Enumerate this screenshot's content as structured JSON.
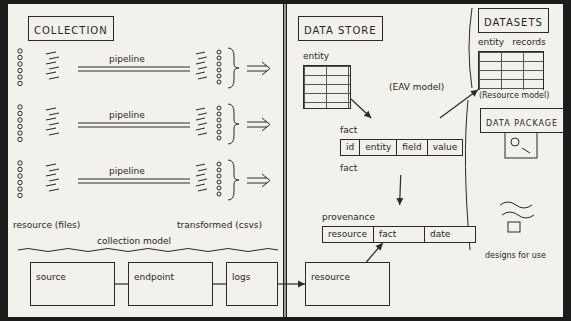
{
  "diagram": {
    "nodes": [
      {
        "text": [
          "COLLECTION"
        ]
      },
      {
        "text": [
          "DATA STORE"
        ]
      },
      {
        "text": [
          "entity"
        ]
      },
      {
        "text": [
          "fact",
          "id",
          "entity",
          "field",
          "value",
          "fact"
        ]
      },
      {
        "text": [
          "provenance",
          "resource",
          "fact",
          "date"
        ]
      },
      {
        "text": [
          "DATASETS"
        ]
      },
      {
        "text": [
          "entity",
          "records"
        ]
      },
      {
        "text": [
          "DATA PACKAGE"
        ]
      },
      {
        "text": [
          "source"
        ]
      },
      {
        "text": [
          "endpoint"
        ]
      },
      {
        "text": [
          "logs"
        ]
      },
      {
        "text": [
          "resource"
        ]
      }
    ],
    "edges": [
      {
        "from": 2,
        "to": 3,
        "arrow": "to"
      },
      {
        "from": 3,
        "to": 4,
        "arrow": "to"
      },
      {
        "from": 11,
        "to": 4,
        "arrow": "to"
      },
      {
        "from": 3,
        "to": 6,
        "arrow": "to"
      },
      {
        "from": 8,
        "to": 9,
        "arrow": "none"
      },
      {
        "from": 9,
        "to": 10,
        "arrow": "none"
      },
      {
        "from": 10,
        "to": 11,
        "arrow": "to"
      }
    ],
    "labels": [
      "pipeline",
      "pipeline",
      "pipeline",
      "resource (files)",
      "transformed (csvs)",
      "collection model",
      "(EAV model)",
      "(Resource model)",
      "designs for use"
    ]
  }
}
